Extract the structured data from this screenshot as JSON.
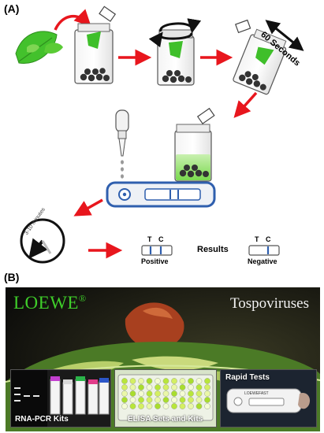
{
  "panel_a": {
    "label": "(A)",
    "timer_label": "60 Seconds",
    "clock_label": "3-10 minutes",
    "results_label": "Results",
    "positive": {
      "label": "Positive",
      "t": "T",
      "c": "C"
    },
    "negative": {
      "label": "Negative",
      "t": "T",
      "c": "C"
    }
  },
  "panel_b": {
    "label": "(B)",
    "brand": "LOEWE",
    "brand_mark": "®",
    "title": "Tospoviruses",
    "insets": [
      {
        "label": "RNA-PCR Kits"
      },
      {
        "label": "ELISA Sets and Kits"
      },
      {
        "label": "Rapid Tests",
        "device_text": "LOEWEFAST"
      }
    ]
  },
  "colors": {
    "arrow": "#e8161d",
    "leaf": "#3fbf2a",
    "strip_blue": "#2f5fae",
    "brand_green": "#3fcf2a"
  }
}
